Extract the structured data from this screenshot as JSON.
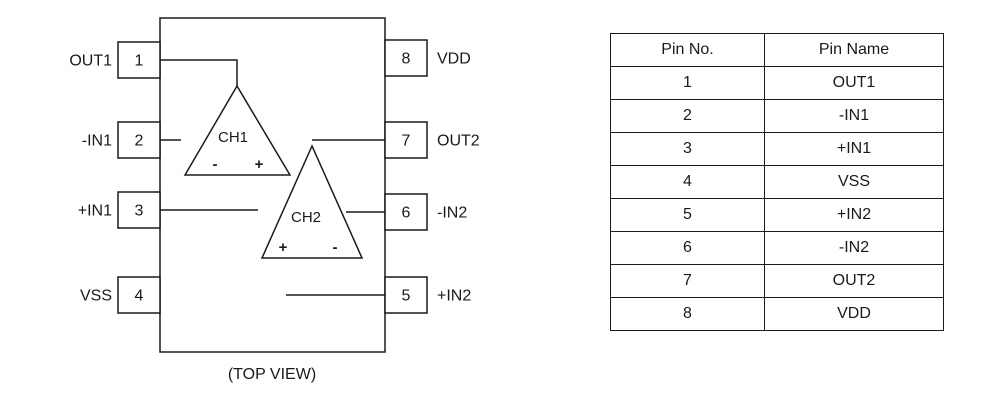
{
  "diagram": {
    "caption": "(TOP VIEW)",
    "left_pins": [
      {
        "num": "1",
        "label": "OUT1"
      },
      {
        "num": "2",
        "label": "-IN1"
      },
      {
        "num": "3",
        "label": "+IN1"
      },
      {
        "num": "4",
        "label": "VSS"
      }
    ],
    "right_pins": [
      {
        "num": "8",
        "label": "VDD"
      },
      {
        "num": "7",
        "label": "OUT2"
      },
      {
        "num": "6",
        "label": "-IN2"
      },
      {
        "num": "5",
        "label": "+IN2"
      }
    ],
    "opamp1": {
      "label": "CH1",
      "left_sign": "-",
      "right_sign": "+"
    },
    "opamp2": {
      "label": "CH2",
      "left_sign": "+",
      "right_sign": "-"
    }
  },
  "pin_table": {
    "headers": [
      "Pin No.",
      "Pin Name"
    ],
    "rows": [
      [
        "1",
        "OUT1"
      ],
      [
        "2",
        "-IN1"
      ],
      [
        "3",
        "+IN1"
      ],
      [
        "4",
        "VSS"
      ],
      [
        "5",
        "+IN2"
      ],
      [
        "6",
        "-IN2"
      ],
      [
        "7",
        "OUT2"
      ],
      [
        "8",
        "VDD"
      ]
    ]
  },
  "colors": {
    "ink": "#1a1a1a",
    "background": "#ffffff"
  }
}
